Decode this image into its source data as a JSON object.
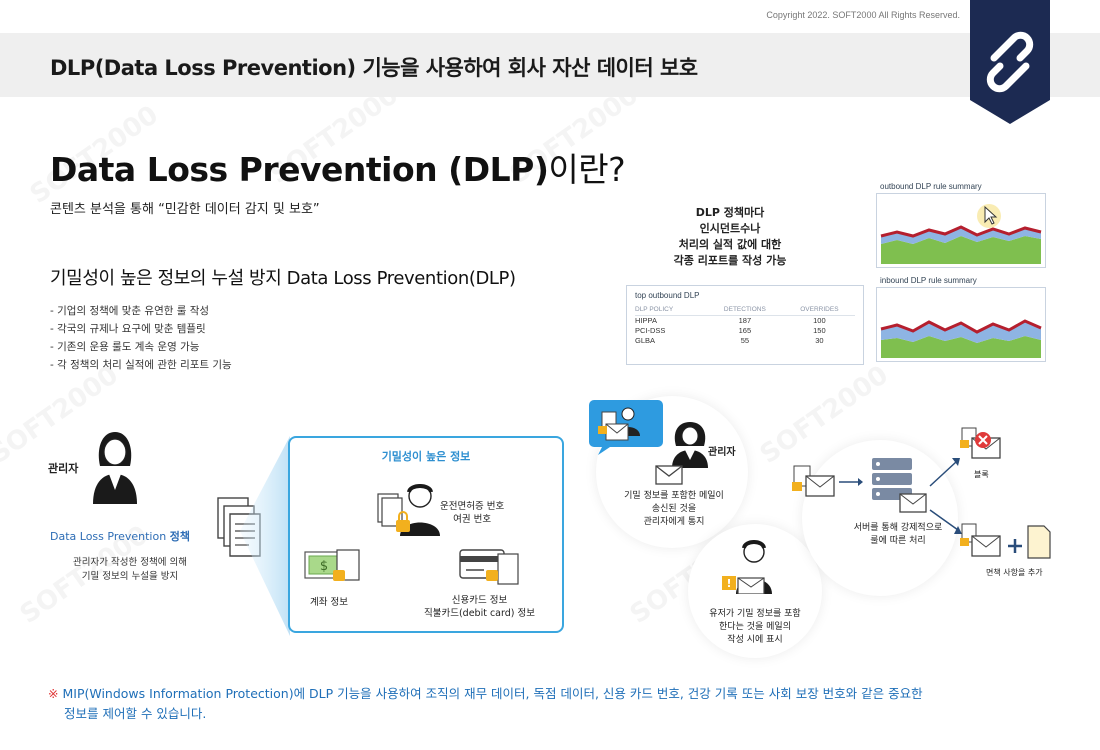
{
  "copyright": "Copyright 2022. SOFT2000 All Rights Reserved.",
  "header_title": "DLP(Data Loss Prevention) 기능을 사용하여 회사 자산 데이터 보호",
  "hero": {
    "title_main": "Data Loss Prevention (DLP)",
    "title_suffix": "이란?"
  },
  "subtitle": "콘텐츠 분석을 통해 “민감한 데이터 감지 및 보호”",
  "section_title": "기밀성이 높은 정보의 누설 방지 Data Loss Prevention(DLP)",
  "bullets": [
    "- 기업의 정책에 맞춘 유연한 룰 작성",
    "- 각국의 규제나 요구에 맞춘 템플릿",
    "- 기존의 운용 룰도 계속 운영 가능",
    "- 각 정책의 처리 실적에 관한 리포트 기능"
  ],
  "report_note": [
    "DLP 정책마다",
    "인시던트수나",
    "처리의 실적 값에 대한",
    "각종 리포트를 작성 가능"
  ],
  "top_table": {
    "title": "top outbound DLP",
    "headers": [
      "DLP POLICY",
      "DETECTIONS",
      "OVERRIDES"
    ],
    "rows": [
      [
        "HIPPA",
        "187",
        "100"
      ],
      [
        "PCI-DSS",
        "165",
        "150"
      ],
      [
        "GLBA",
        "55",
        "30"
      ]
    ]
  },
  "charts": {
    "outbound_title": "outbound DLP rule summary",
    "inbound_title": "inbound DLP rule summary"
  },
  "left": {
    "admin_label": "관리자",
    "policy_name": "Data Loss Prevention",
    "policy_suffix": "정책",
    "policy_desc": [
      "관리자가 작성한 정책에 의해",
      "기밀 정보의 누설을 방지"
    ]
  },
  "info_box": {
    "title": "기밀성이 높은 정보",
    "license": [
      "운전면허증 번호",
      "여권 번호"
    ],
    "account": "계좌 정보",
    "card": [
      "신용카드 정보",
      "직불카드(debit card) 정보"
    ]
  },
  "flow": {
    "admin_label": "관리자",
    "admin_notice": [
      "기밀 정보를 포함한 메일이",
      "송신된 것을",
      "관리자에게 통지"
    ],
    "server_text": [
      "서버를 통해 강제적으로",
      "룰에 따른 처리"
    ],
    "block": "블록",
    "exemption": "면책 사항을 추가",
    "user_text": [
      "유저가 기밀 정보를 포함",
      "한다는 것을 메일의",
      "작성 시에 표시"
    ]
  },
  "footnote": {
    "mark": "※",
    "line1": "MIP(Windows Information Protection)에 DLP 기능을 사용하여 조직의 재무 데이터, 독점 데이터, 신용 카드 번호, 건강 기록 또는 사회 보장 번호와 같은 중요한",
    "line2": "정보를 제어할 수 있습니다."
  },
  "colors": {
    "navy": "#1c2a52",
    "accent_blue": "#2e8fd0",
    "footnote_blue": "#1f6fb8",
    "alert_red": "#e03a3a",
    "lock_yellow": "#f2b01e"
  }
}
